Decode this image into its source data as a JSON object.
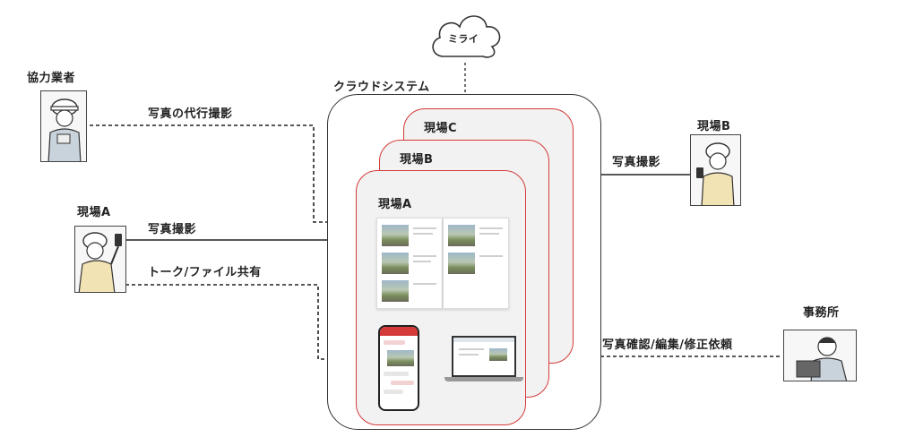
{
  "cloud": {
    "label": "ミライ"
  },
  "system": {
    "label": "クラウドシステム"
  },
  "sites": {
    "c": "現場C",
    "b": "現場B",
    "a": "現場A"
  },
  "actors": {
    "partner": "協力業者",
    "site_a": "現場A",
    "site_b": "現場B",
    "office": "事務所"
  },
  "flows": {
    "proxy_photo": "写真の代行撮影",
    "photo_a": "写真撮影",
    "talk_share": "トーク/ファイル共有",
    "photo_b": "写真撮影",
    "office_ops": "写真確認/編集/修正依頼"
  },
  "colors": {
    "accent_red": "#d43a3a",
    "card_bg": "#f2f2f2",
    "line": "#222222"
  }
}
